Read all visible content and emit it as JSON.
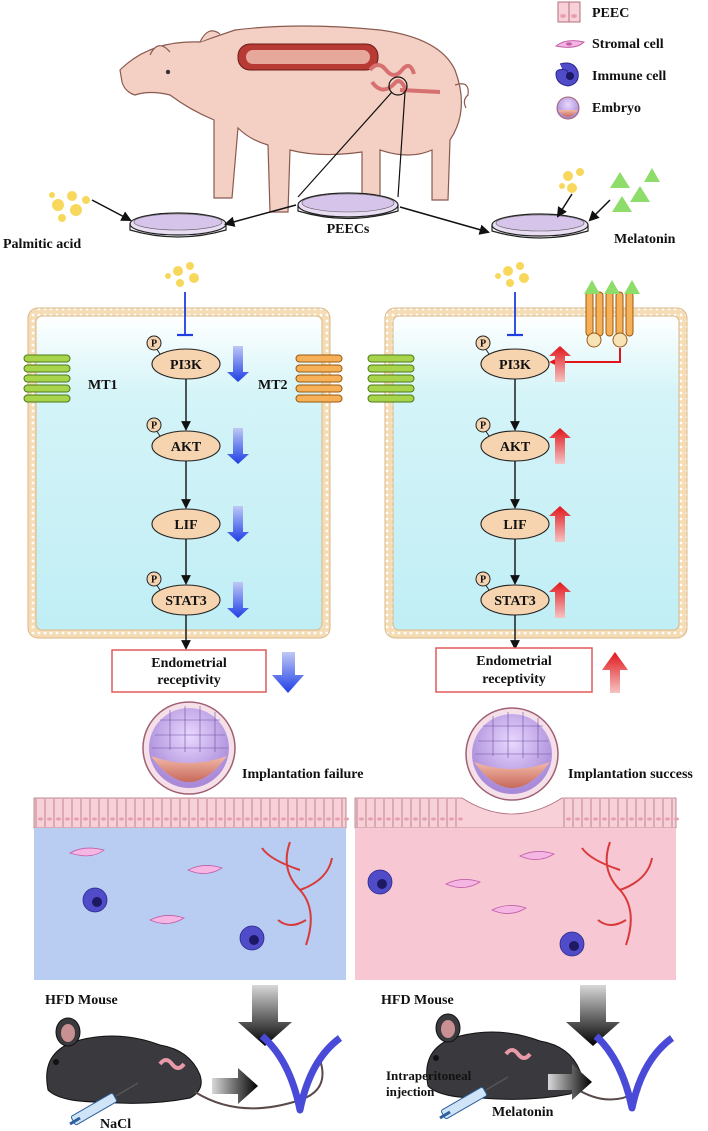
{
  "legend": {
    "items": [
      {
        "label": "PEEC",
        "icon": "peec-cell-icon"
      },
      {
        "label": "Stromal cell",
        "icon": "stromal-cell-icon"
      },
      {
        "label": "Immune cell",
        "icon": "immune-cell-icon"
      },
      {
        "label": "Embryo",
        "icon": "embryo-icon"
      }
    ]
  },
  "top": {
    "source_label": "PEECs",
    "left_treatment": "Palmitic acid",
    "right_treatment": "Melatonin"
  },
  "left_panel": {
    "receptor_labels": [
      "MT1",
      "MT2"
    ],
    "nodes": [
      "PI3K",
      "AKT",
      "LIF",
      "STAT3"
    ],
    "phospho_label": "P",
    "outcome_line1": "Endometrial",
    "outcome_line2": "receptivity",
    "implantation": "Implantation failure",
    "direction": "down"
  },
  "right_panel": {
    "nodes": [
      "PI3K",
      "AKT",
      "LIF",
      "STAT3"
    ],
    "phospho_label": "P",
    "outcome_line1": "Endometrial",
    "outcome_line2": "receptivity",
    "implantation": "Implantation success",
    "direction": "up"
  },
  "bottom_left": {
    "model": "HFD Mouse",
    "injection": "NaCl"
  },
  "bottom_right": {
    "model": "HFD Mouse",
    "route_line1": "Intraperitoneal",
    "route_line2": "injection",
    "injection": "Melatonin"
  },
  "colors": {
    "down_arrow": "#1f3fe0",
    "up_arrow": "#e0161b",
    "node_fill": "#f7d4b0",
    "cell_bg": "#c6f0f6",
    "tissue_left": "#b9cdf3",
    "tissue_right": "#f8c7d4"
  }
}
